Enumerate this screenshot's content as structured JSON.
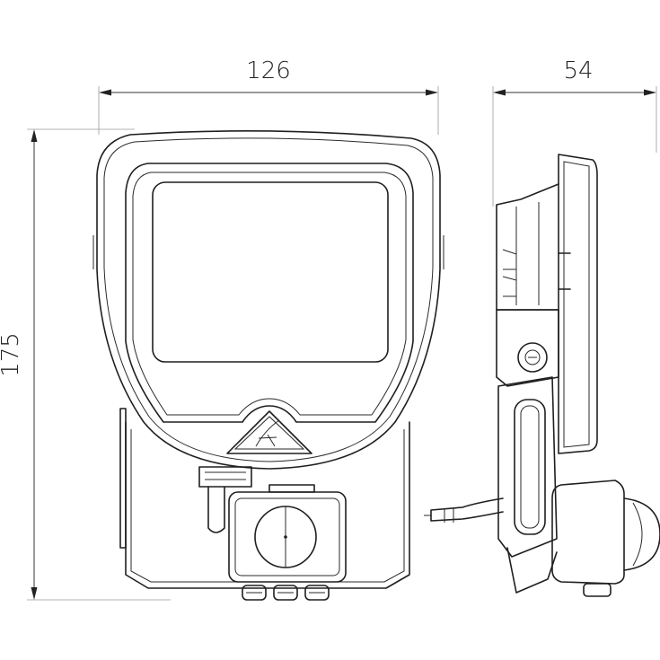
{
  "dimensions": {
    "width_label": "126",
    "depth_label": "54",
    "height_label": "175"
  },
  "colors": {
    "line": "#1f1f1f",
    "extension_line": "#9a9a9a",
    "background": "#ffffff"
  }
}
